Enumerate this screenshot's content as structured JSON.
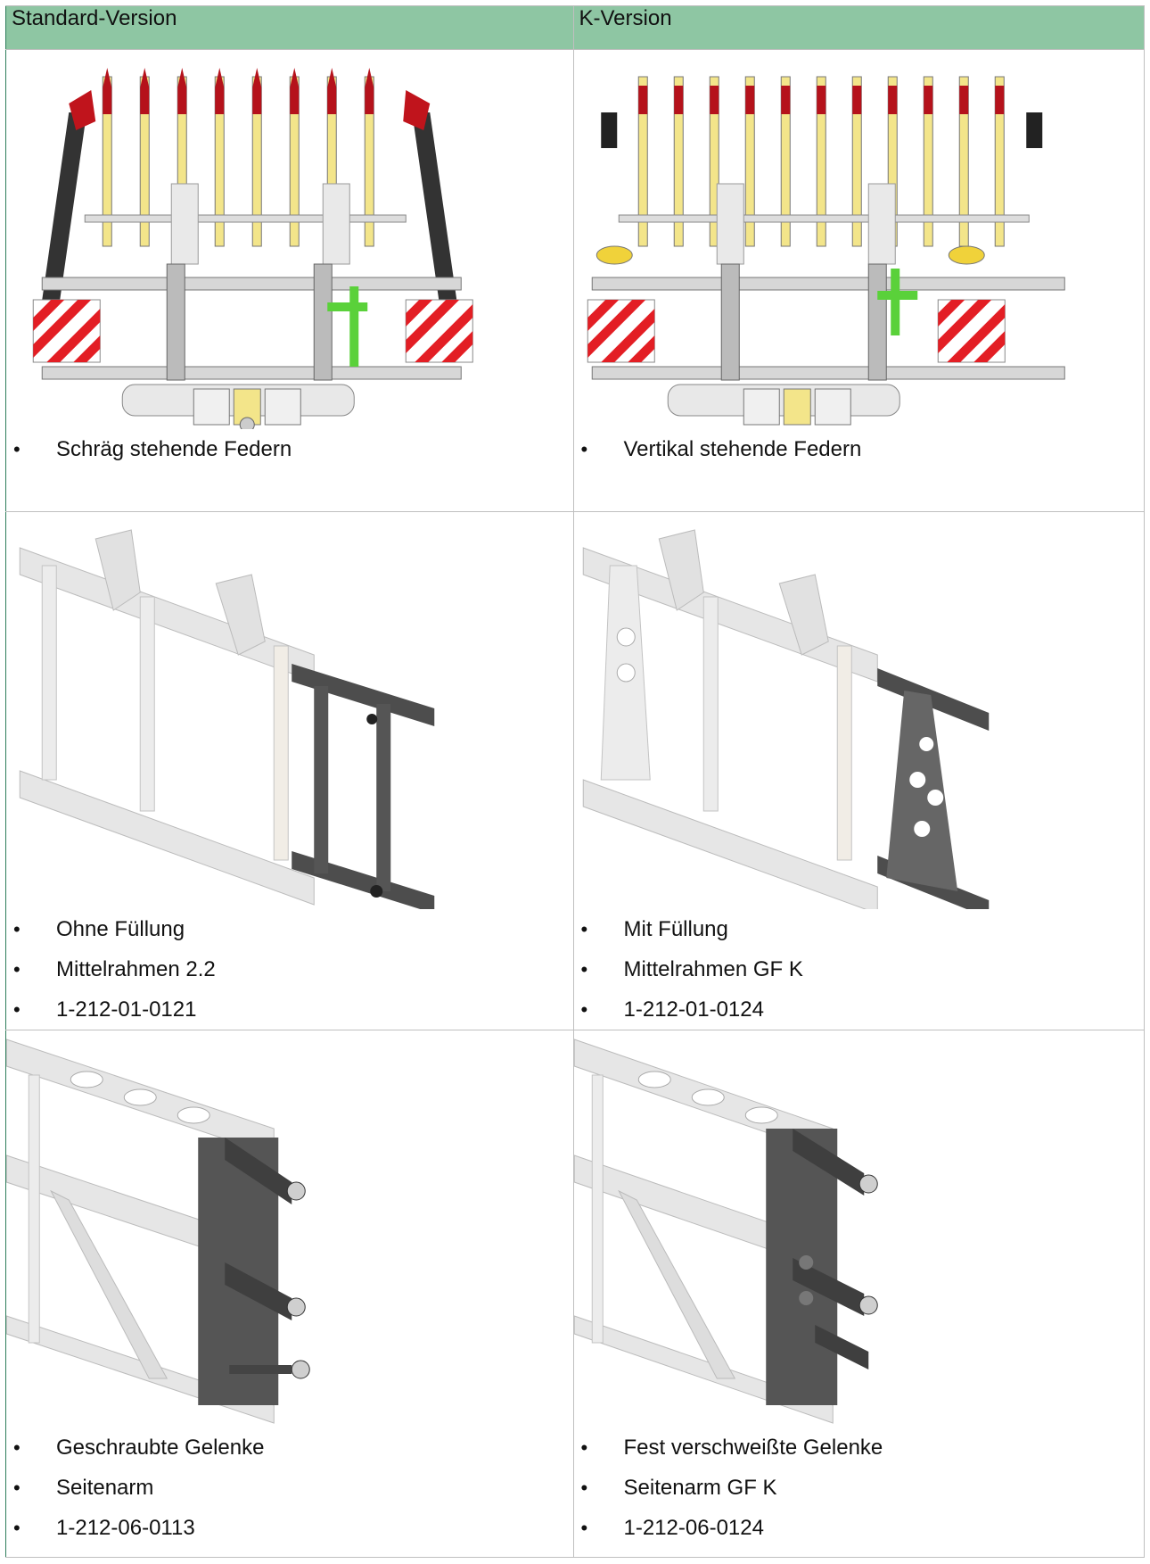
{
  "columns": [
    "Standard-Version",
    "K-Version"
  ],
  "rows": [
    {
      "standard": [
        "Schräg stehende Federn"
      ],
      "k": [
        "Vertikal stehende Federn"
      ]
    },
    {
      "standard": [
        "Ohne Füllung",
        "Mittelrahmen 2.2",
        "1-212-01-0121"
      ],
      "k": [
        "Mit Füllung",
        "Mittelrahmen GF K",
        "1-212-01-0124"
      ]
    },
    {
      "standard": [
        "Geschraubte Gelenke",
        "Seitenarm",
        "1-212-06-0113"
      ],
      "k": [
        "Fest verschweißte Gelenke",
        "Seitenarm GF K",
        "1-212-06-0124"
      ]
    }
  ],
  "colors": {
    "header_bg": "#8ec6a3",
    "warning_red": "#e31e24",
    "spring_yellow": "#f3e58a",
    "bracket_green": "#5ad13a"
  }
}
